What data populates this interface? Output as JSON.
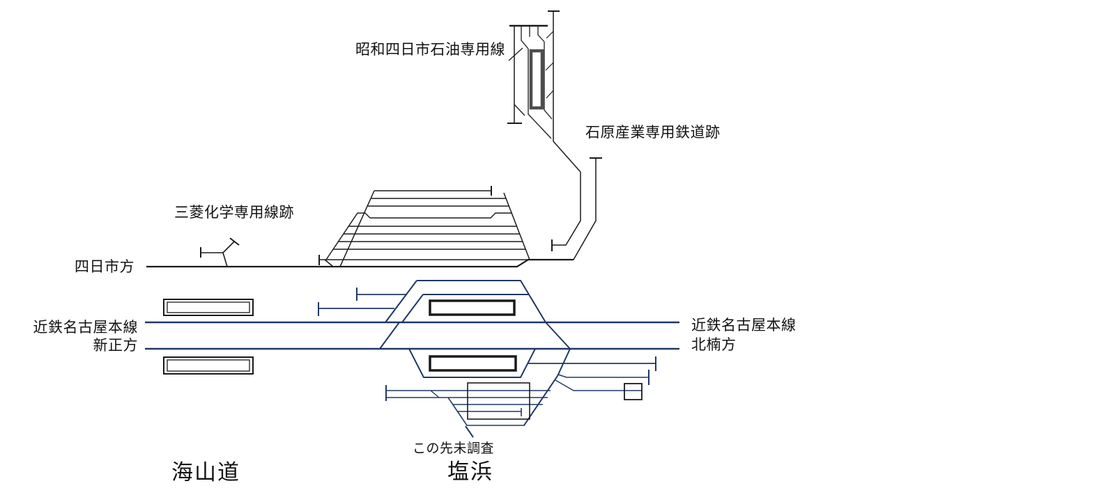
{
  "diagram": {
    "type": "railway-track-diagram",
    "labels": {
      "showa_oil_line": "昭和四日市石油専用線",
      "ishihara_line": "石原産業専用鉄道跡",
      "mitsubishi_line": "三菱化学専用線跡",
      "direction_yokkaichi": "四日市方",
      "kintetsu_left_line": "近鉄名古屋本線",
      "direction_shinsho": "新正方",
      "kintetsu_right_line": "近鉄名古屋本線",
      "direction_kitakusu": "北楠方",
      "unexplored_note": "この先未調査"
    },
    "stations": {
      "left": "海山道",
      "center": "塩浜"
    },
    "colors": {
      "kintetsu_line": "#1f3864",
      "freight_line": "#1a1a1a",
      "oil_platform_outline": "#4d4d4d",
      "background": "#ffffff"
    }
  }
}
